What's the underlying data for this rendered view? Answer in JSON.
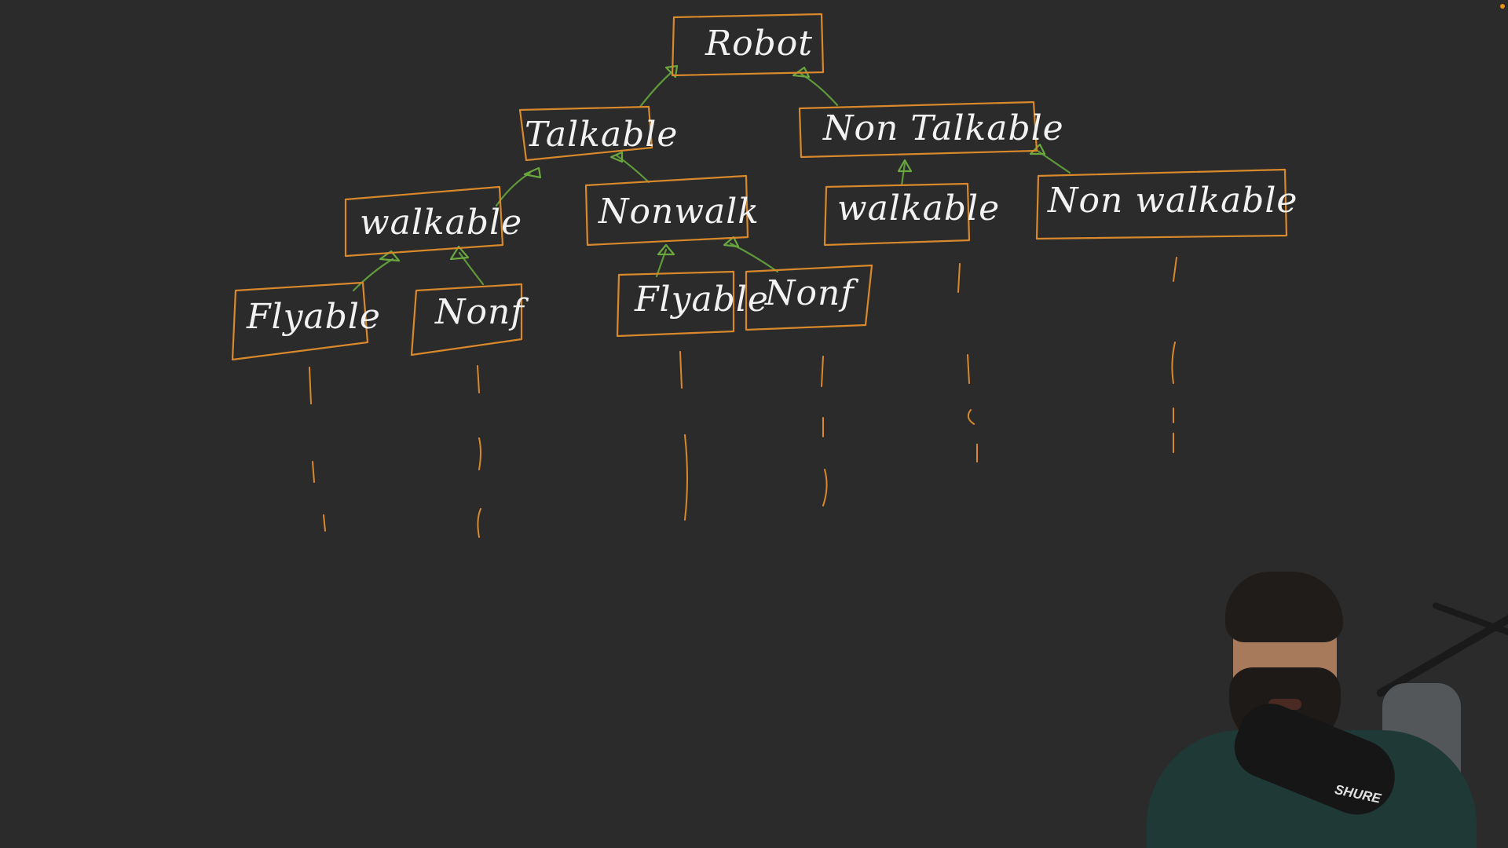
{
  "diagram": {
    "nodes": {
      "robot": "Robot",
      "talkable": "Talkable",
      "non_talkable": "Non Talkable",
      "walkable_left": "walkable",
      "nonwalk": "Nonwalk",
      "walkable_right": "walkable",
      "non_walkable": "Non walkable",
      "flyable_left": "Flyable",
      "nonf_left": "Nonf",
      "flyable_mid": "Flyable",
      "nonf_mid": "Nonf"
    }
  },
  "presenter": {
    "mic_brand": "SHURE"
  },
  "colors": {
    "background": "#2b2b2b",
    "box_stroke": "#d9892b",
    "edge_stroke": "#5f9a3a",
    "text": "#f2f2f2",
    "indicator": "#e8900f"
  }
}
